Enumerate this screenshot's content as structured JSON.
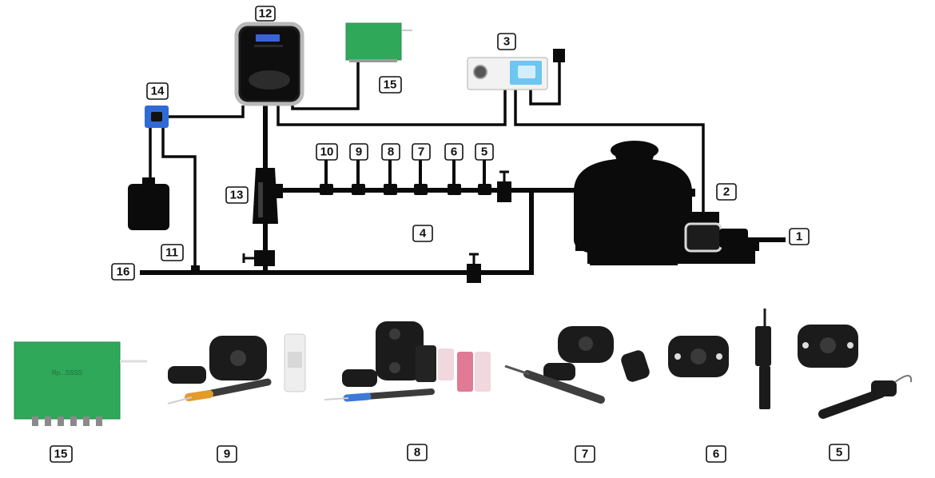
{
  "labels": {
    "l1": "1",
    "l2": "2",
    "l3": "3",
    "l4": "4",
    "l5": "5",
    "l6": "6",
    "l7": "7",
    "l8": "8",
    "l9": "9",
    "l10": "10",
    "l11": "11",
    "l12": "12",
    "l13": "13",
    "l14": "14",
    "l15": "15",
    "l16": "16"
  },
  "bottom_labels": {
    "b15": "15",
    "b9": "9",
    "b8": "8",
    "b7": "7",
    "b6": "6",
    "b5": "5"
  },
  "panel": {
    "brand_text": "Rp...SSSS"
  },
  "colors": {
    "pipe": "#0a0a0a",
    "controller_screen": "#3a63d8",
    "panel_green": "#2fa85a",
    "dosing_blue": "#2e6bd6",
    "control_box_blue": "#6cc6f0"
  }
}
